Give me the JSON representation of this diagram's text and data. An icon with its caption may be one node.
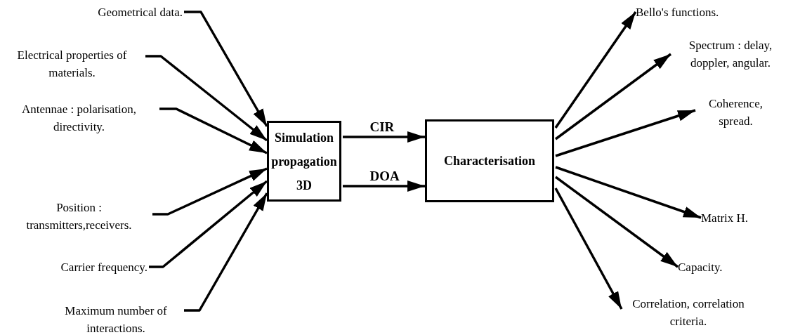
{
  "diagram": {
    "nodes": [
      {
        "text": [
          "Geometrical data."
        ]
      },
      {
        "text": [
          "Electrical properties of materials."
        ]
      },
      {
        "text": [
          "Antennae : polarisation, directivity."
        ]
      },
      {
        "text": [
          "Position : transmitters,receivers."
        ]
      },
      {
        "text": [
          "Carrier frequency."
        ]
      },
      {
        "text": [
          "Maximum number of interactions."
        ]
      },
      {
        "text": [
          "Simulation propagation 3D"
        ]
      },
      {
        "text": [
          "Characterisation"
        ]
      },
      {
        "text": [
          "Bello's functions."
        ]
      },
      {
        "text": [
          "Spectrum : delay, doppler, angular."
        ]
      },
      {
        "text": [
          "Coherence, spread."
        ]
      },
      {
        "text": [
          "Matrix H."
        ]
      },
      {
        "text": [
          "Capacity."
        ]
      },
      {
        "text": [
          "Correlation, correlation criteria."
        ]
      }
    ],
    "edges": [
      {
        "from": 0,
        "to": 6,
        "arrow": "to"
      },
      {
        "from": 1,
        "to": 6,
        "arrow": "to"
      },
      {
        "from": 2,
        "to": 6,
        "arrow": "to"
      },
      {
        "from": 3,
        "to": 6,
        "arrow": "to"
      },
      {
        "from": 4,
        "to": 6,
        "arrow": "to"
      },
      {
        "from": 5,
        "to": 6,
        "arrow": "to"
      },
      {
        "from": 6,
        "to": 7,
        "arrow": "to",
        "label": "CIR"
      },
      {
        "from": 6,
        "to": 7,
        "arrow": "to",
        "label": "DOA"
      },
      {
        "from": 7,
        "to": 8,
        "arrow": "to"
      },
      {
        "from": 7,
        "to": 9,
        "arrow": "to"
      },
      {
        "from": 7,
        "to": 10,
        "arrow": "to"
      },
      {
        "from": 7,
        "to": 11,
        "arrow": "to"
      },
      {
        "from": 7,
        "to": 12,
        "arrow": "to"
      },
      {
        "from": 7,
        "to": 13,
        "arrow": "to"
      }
    ]
  }
}
